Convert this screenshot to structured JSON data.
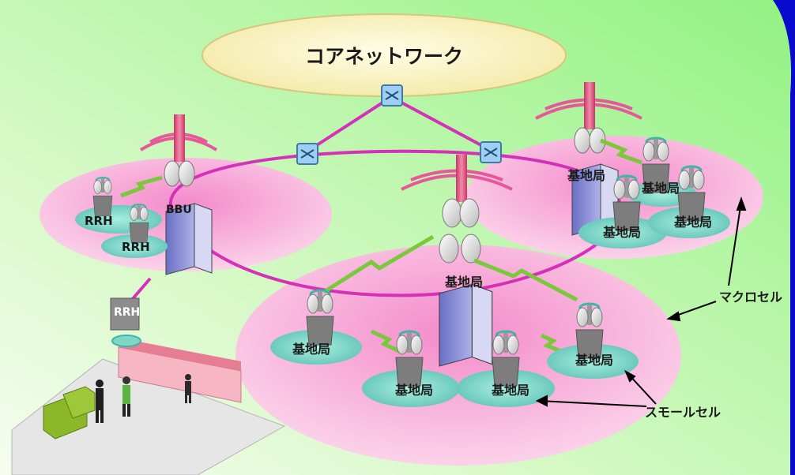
{
  "core": {
    "label": "コアネットワーク"
  },
  "labels": {
    "rrh": "RRH",
    "bbu": "BBU",
    "base_station": "基地局",
    "macro_cell": "マクロセル",
    "small_cell": "スモールセル"
  },
  "colors": {
    "background_light": "#f4fdea",
    "background_green": "#9ef48e",
    "ring": "#d531b8",
    "macro_cell": "#f7a6d6",
    "small_cell": "#7fd6c8",
    "core_cloud": "#fbf5c4",
    "building": "#8b8fd6",
    "pole": "#e8527f",
    "wireless_link": "#7cc83c",
    "right_edge": "#0a0acf"
  }
}
